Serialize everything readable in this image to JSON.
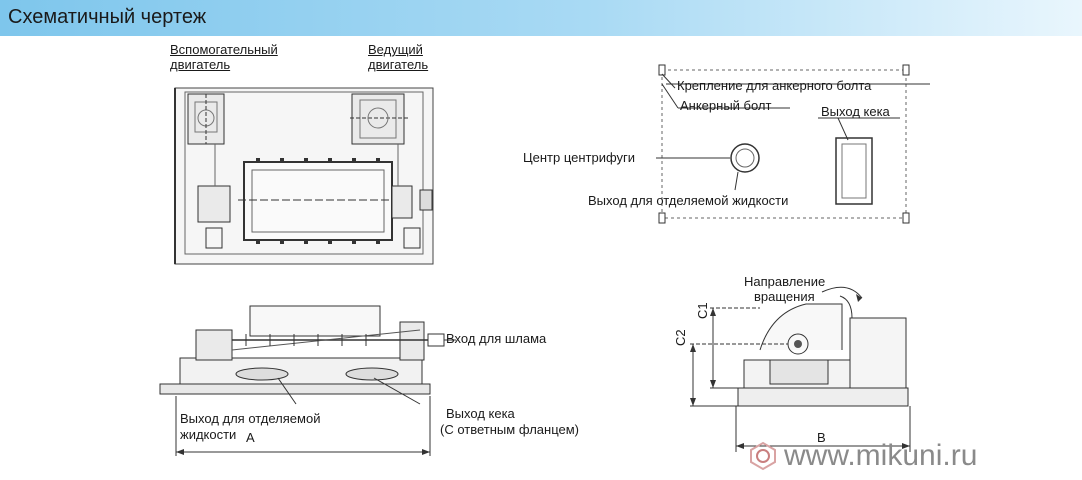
{
  "header": {
    "title": "Схематичный чертеж"
  },
  "top_view": {
    "aux_motor": [
      "Вспомогательный",
      "двигатель"
    ],
    "main_motor": [
      "Ведущий",
      "двигатель"
    ]
  },
  "plan_view": {
    "anchor_mount": "Крепление для анкерного болта",
    "anchor_bolt": "Анкерный болт",
    "cake_outlet": "Выход кека",
    "centrifuge_center": "Центр  центрифуги",
    "liquid_outlet": "Выход для отделяемой жидкости"
  },
  "side_view": {
    "slurry_inlet": "Вход для шлама",
    "liquid_outlet": [
      "Выход для отделяемой",
      "жидкости"
    ],
    "dim_a": "A",
    "cake_outlet": [
      "Выход кека",
      "(С ответным фланцем)"
    ]
  },
  "end_view": {
    "rotation": [
      "Направление",
      "вращения"
    ],
    "dim_c1": "C1",
    "dim_c2": "C2",
    "dim_b": "B"
  },
  "footer": {
    "website": "www.mikuni.ru",
    "logo_icon": "mikuni-logo-icon"
  }
}
